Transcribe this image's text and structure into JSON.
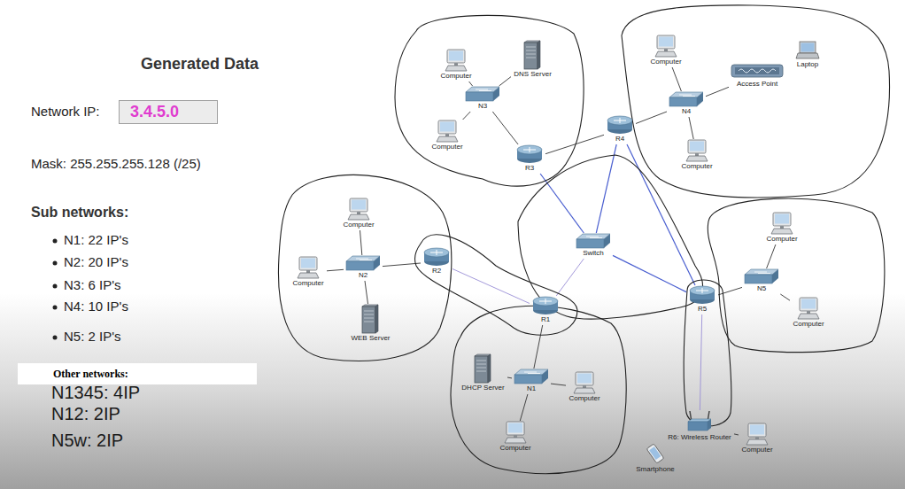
{
  "diagram": {
    "title": "Generated Data",
    "nodes": [
      {
        "text": [
          "3.4.5.0"
        ]
      },
      {
        "text": [
          "Other networks:"
        ]
      },
      {
        "text": [
          "Computer"
        ]
      },
      {
        "text": [
          "DNS Server"
        ]
      },
      {
        "text": [
          "N3"
        ]
      },
      {
        "text": [
          "Computer"
        ]
      },
      {
        "text": [
          "R3"
        ]
      },
      {
        "text": [
          "R4"
        ]
      },
      {
        "text": [
          "Computer"
        ]
      },
      {
        "text": [
          "Access Point"
        ]
      },
      {
        "text": [
          "Laptop"
        ]
      },
      {
        "text": [
          "N4"
        ]
      },
      {
        "text": [
          "Computer"
        ]
      },
      {
        "text": [
          "Computer"
        ]
      },
      {
        "text": [
          "Computer"
        ]
      },
      {
        "text": [
          "N2"
        ]
      },
      {
        "text": [
          "R2"
        ]
      },
      {
        "text": [
          "WEB Server"
        ]
      },
      {
        "text": [
          "Switch"
        ]
      },
      {
        "text": [
          "R1"
        ]
      },
      {
        "text": [
          "R5"
        ]
      },
      {
        "text": [
          "N5"
        ]
      },
      {
        "text": [
          "Computer"
        ]
      },
      {
        "text": [
          "Computer"
        ]
      },
      {
        "text": [
          "DHCP Server"
        ]
      },
      {
        "text": [
          "N1"
        ]
      },
      {
        "text": [
          "Computer"
        ]
      },
      {
        "text": [
          "Computer"
        ]
      },
      {
        "text": [
          "R6: Wireless Router"
        ]
      },
      {
        "text": [
          "Computer"
        ]
      },
      {
        "text": [
          "Smartphone"
        ]
      }
    ],
    "edges": [
      {
        "from": 2,
        "to": 4,
        "arrow": "none"
      },
      {
        "from": 3,
        "to": 4,
        "arrow": "none"
      },
      {
        "from": 5,
        "to": 4,
        "arrow": "none"
      },
      {
        "from": 4,
        "to": 6,
        "arrow": "none"
      },
      {
        "from": 6,
        "to": 7,
        "arrow": "none"
      },
      {
        "from": 6,
        "to": 18,
        "arrow": "none"
      },
      {
        "from": 7,
        "to": 11,
        "arrow": "none"
      },
      {
        "from": 8,
        "to": 11,
        "arrow": "none"
      },
      {
        "from": 9,
        "to": 11,
        "arrow": "none"
      },
      {
        "from": 12,
        "to": 11,
        "arrow": "none"
      },
      {
        "from": 7,
        "to": 18,
        "arrow": "none"
      },
      {
        "from": 7,
        "to": 20,
        "arrow": "none"
      },
      {
        "from": 18,
        "to": 20,
        "arrow": "none"
      },
      {
        "from": 18,
        "to": 19,
        "arrow": "none"
      },
      {
        "from": 13,
        "to": 15,
        "arrow": "none"
      },
      {
        "from": 14,
        "to": 15,
        "arrow": "none"
      },
      {
        "from": 17,
        "to": 15,
        "arrow": "none"
      },
      {
        "from": 15,
        "to": 16,
        "arrow": "none"
      },
      {
        "from": 16,
        "to": 19,
        "arrow": "none"
      },
      {
        "from": 19,
        "to": 25,
        "arrow": "none"
      },
      {
        "from": 24,
        "to": 25,
        "arrow": "none"
      },
      {
        "from": 26,
        "to": 25,
        "arrow": "none"
      },
      {
        "from": 27,
        "to": 25,
        "arrow": "none"
      },
      {
        "from": 20,
        "to": 21,
        "arrow": "none"
      },
      {
        "from": 22,
        "to": 21,
        "arrow": "none"
      },
      {
        "from": 23,
        "to": 21,
        "arrow": "none"
      },
      {
        "from": 20,
        "to": 28,
        "arrow": "none"
      },
      {
        "from": 28,
        "to": 29,
        "arrow": "none"
      }
    ],
    "labels": [
      "Network IP:",
      "Mask: 255.255.255.128 (/25)",
      "Sub networks:",
      "N1: 22 IP's",
      "N2: 20 IP's",
      "N3: 6 IP's",
      "N4: 10 IP's",
      "N5: 2 IP's",
      "N1345: 4IP",
      "N12: 2IP",
      "N5w: 2IP"
    ]
  }
}
